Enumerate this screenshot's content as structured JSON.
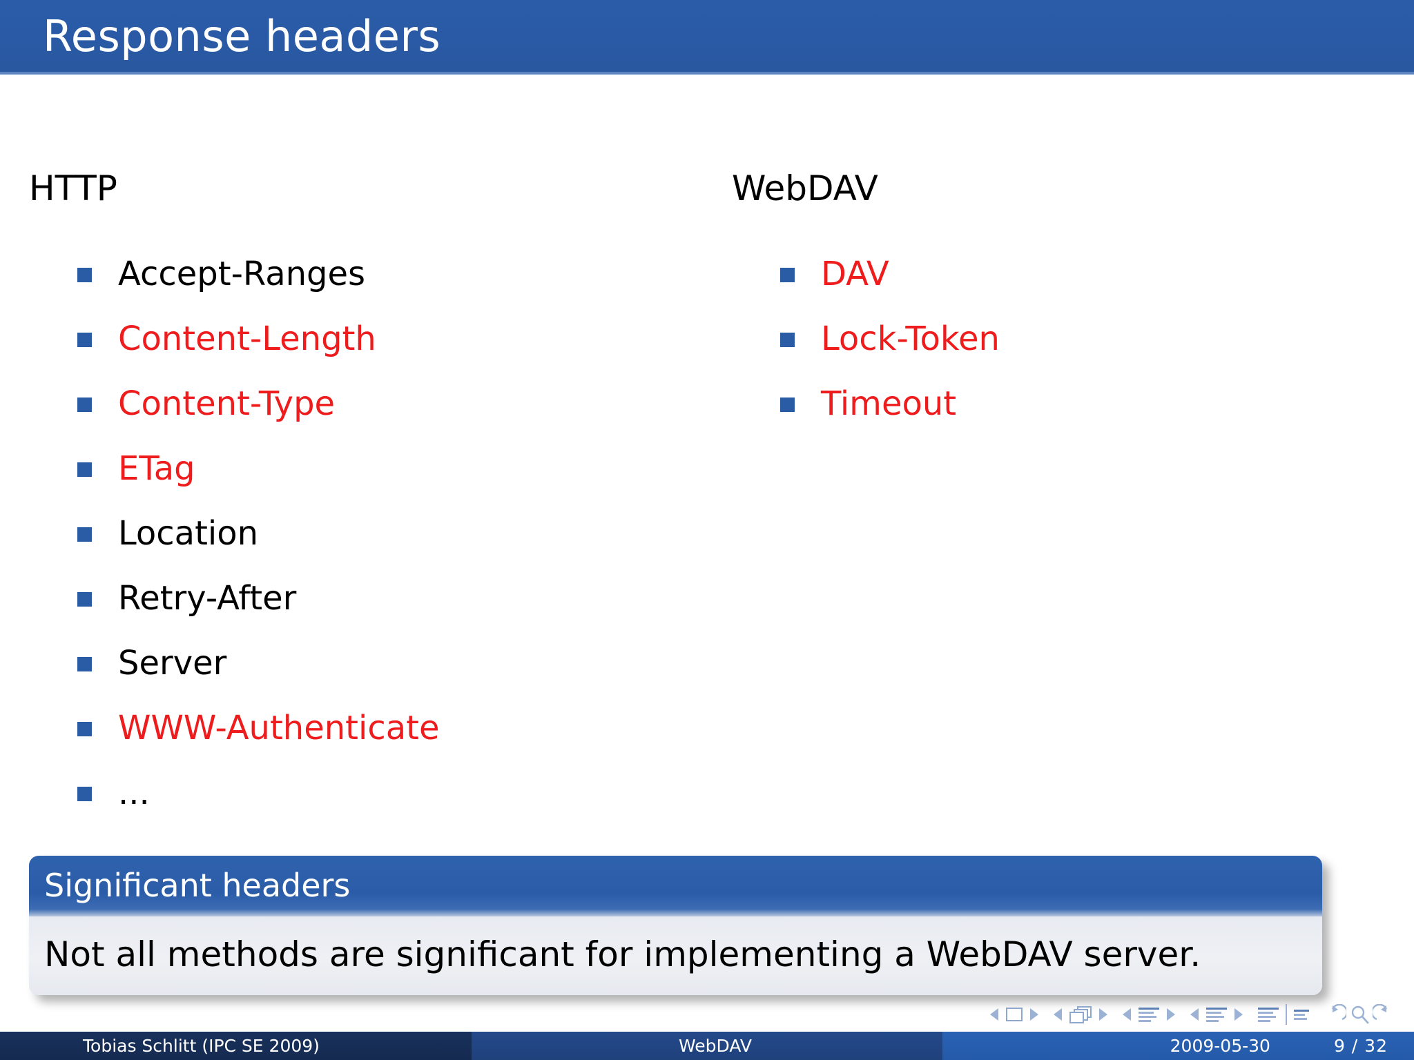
{
  "slide": {
    "title": "Response headers",
    "columns": [
      {
        "heading": "HTTP",
        "items": [
          {
            "label": "Accept-Ranges",
            "color": "black"
          },
          {
            "label": "Content-Length",
            "color": "red"
          },
          {
            "label": "Content-Type",
            "color": "red"
          },
          {
            "label": "ETag",
            "color": "red"
          },
          {
            "label": "Location",
            "color": "black"
          },
          {
            "label": "Retry-After",
            "color": "black"
          },
          {
            "label": "Server",
            "color": "black"
          },
          {
            "label": "WWW-Authenticate",
            "color": "red"
          },
          {
            "label": "...",
            "color": "black"
          }
        ]
      },
      {
        "heading": "WebDAV",
        "items": [
          {
            "label": "DAV",
            "color": "red"
          },
          {
            "label": "Lock-Token",
            "color": "red"
          },
          {
            "label": "Timeout",
            "color": "red"
          }
        ]
      }
    ],
    "block": {
      "title": "Significant headers",
      "body": "Not all methods are significant for implementing a WebDAV server."
    }
  },
  "navigation": {
    "symbols": [
      "prev-slide-icon",
      "slide-icon",
      "next-slide-icon",
      "prev-frame-icon",
      "frame-icon",
      "next-frame-icon",
      "prev-subsection-icon",
      "subsection-icon",
      "next-subsection-icon",
      "prev-section-icon",
      "section-icon",
      "next-section-icon",
      "document-icon",
      "appendix-icon",
      "back-icon",
      "search-icon",
      "forward-icon"
    ]
  },
  "footer": {
    "author": "Tobias Schlitt  (IPC SE 2009)",
    "subject": "WebDAV",
    "date": "2009-05-30",
    "page": "9 / 32"
  },
  "colors": {
    "structure_blue": "#2a5ca5",
    "title_bar_blue": "#2b5ca8",
    "alert_red": "#ee1c1c",
    "block_body": "#eaedf2",
    "footer_dark": "#18315c",
    "footer_mid": "#24498a",
    "footer_light": "#2a62b5"
  }
}
